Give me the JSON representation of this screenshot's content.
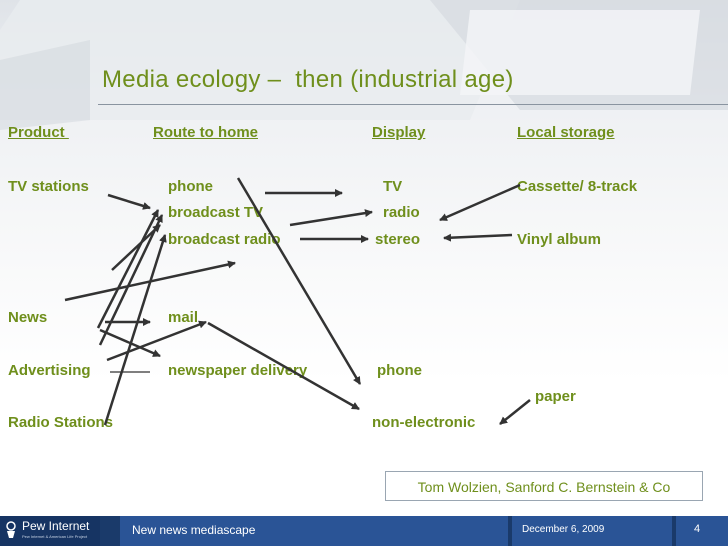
{
  "title": "Media ecology –  then (industrial age)",
  "headers": {
    "product": "Product ",
    "route": "Route to home",
    "display": "Display",
    "storage": "Local storage"
  },
  "products": [
    "TV stations",
    "News",
    "Advertising",
    "Radio Stations"
  ],
  "routes": [
    "phone",
    "broadcast TV",
    "broadcast radio",
    "mail",
    "newspaper delivery"
  ],
  "displays": [
    "TV",
    "radio",
    "stereo",
    "phone",
    "non-electronic"
  ],
  "storage": [
    "Cassette/ 8-track",
    "Vinyl album",
    "paper"
  ],
  "credit": "Tom Wolzien, Sanford C. Bernstein & Co",
  "footer": {
    "logo": "Pew Internet",
    "logo_sub": "Pew Internet & American Life Project",
    "deck_title": "New news mediascape",
    "date": "December 6, 2009",
    "page": "4"
  },
  "colors": {
    "text": "#6f8f1c",
    "arrows": "#333333",
    "footer": "#2a5496"
  }
}
